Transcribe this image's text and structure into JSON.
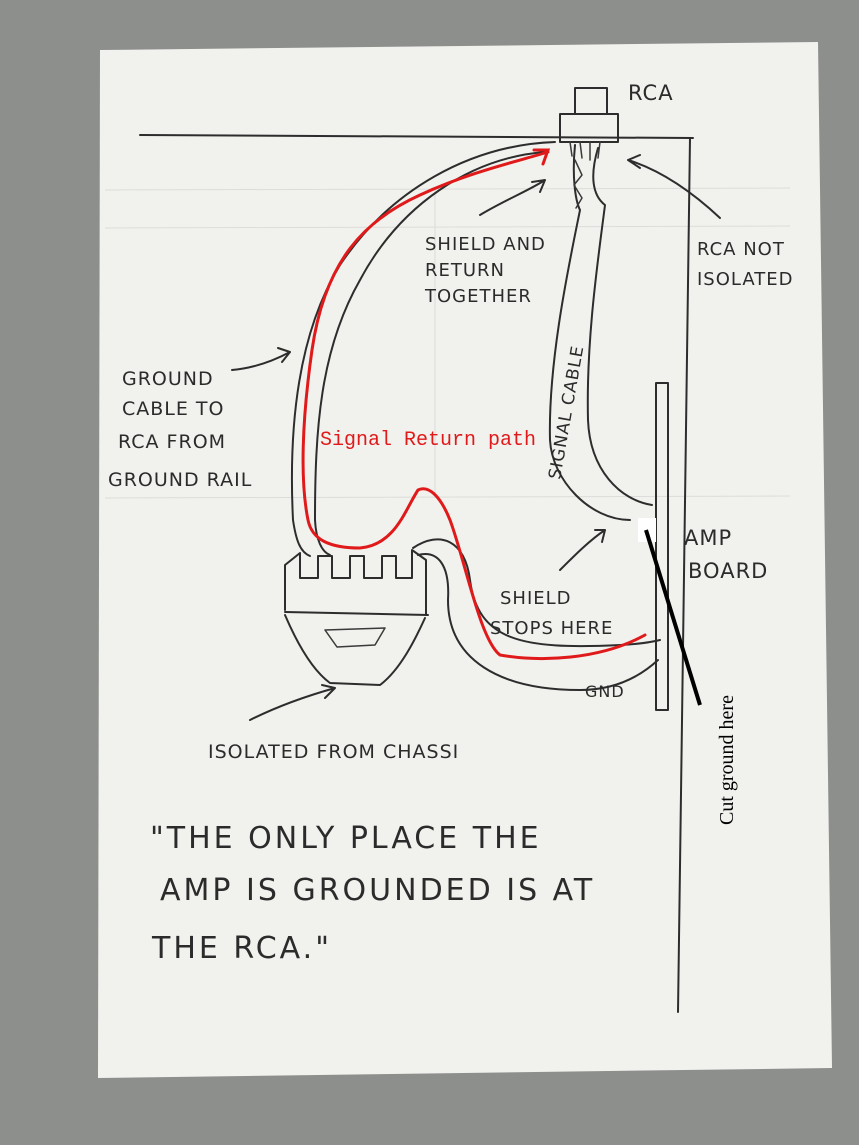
{
  "labels": {
    "rca": "RCA",
    "shield_return_1": "SHIELD AND",
    "shield_return_2": "RETURN",
    "shield_return_3": "TOGETHER",
    "rca_not_isolated_1": "RCA NOT",
    "rca_not_isolated_2": "ISOLATED",
    "ground_cable_1": "GROUND",
    "ground_cable_2": "CABLE TO",
    "ground_cable_3": "RCA FROM",
    "ground_cable_4": "GROUND RAIL",
    "signal_cable": "SIGNAL CABLE",
    "signal_return_path": "Signal Return path",
    "amp_board_1": "AMP",
    "amp_board_2": "BOARD",
    "shield_stops_1": "SHIELD",
    "shield_stops_2": "STOPS HERE",
    "gnd": "GND",
    "isolated_from_chassis": "ISOLATED FROM CHASSI",
    "cut_ground": "Cut ground here",
    "quote_line_1": "\"THE ONLY PLACE THE",
    "quote_line_2": "AMP IS GROUNDED IS AT",
    "quote_line_3": "THE RCA.\""
  },
  "colors": {
    "signal_return_path": "#e01a1a",
    "ink": "#2d2d2d",
    "paper": "#f1f1ee",
    "background": "#8d8f8c"
  }
}
